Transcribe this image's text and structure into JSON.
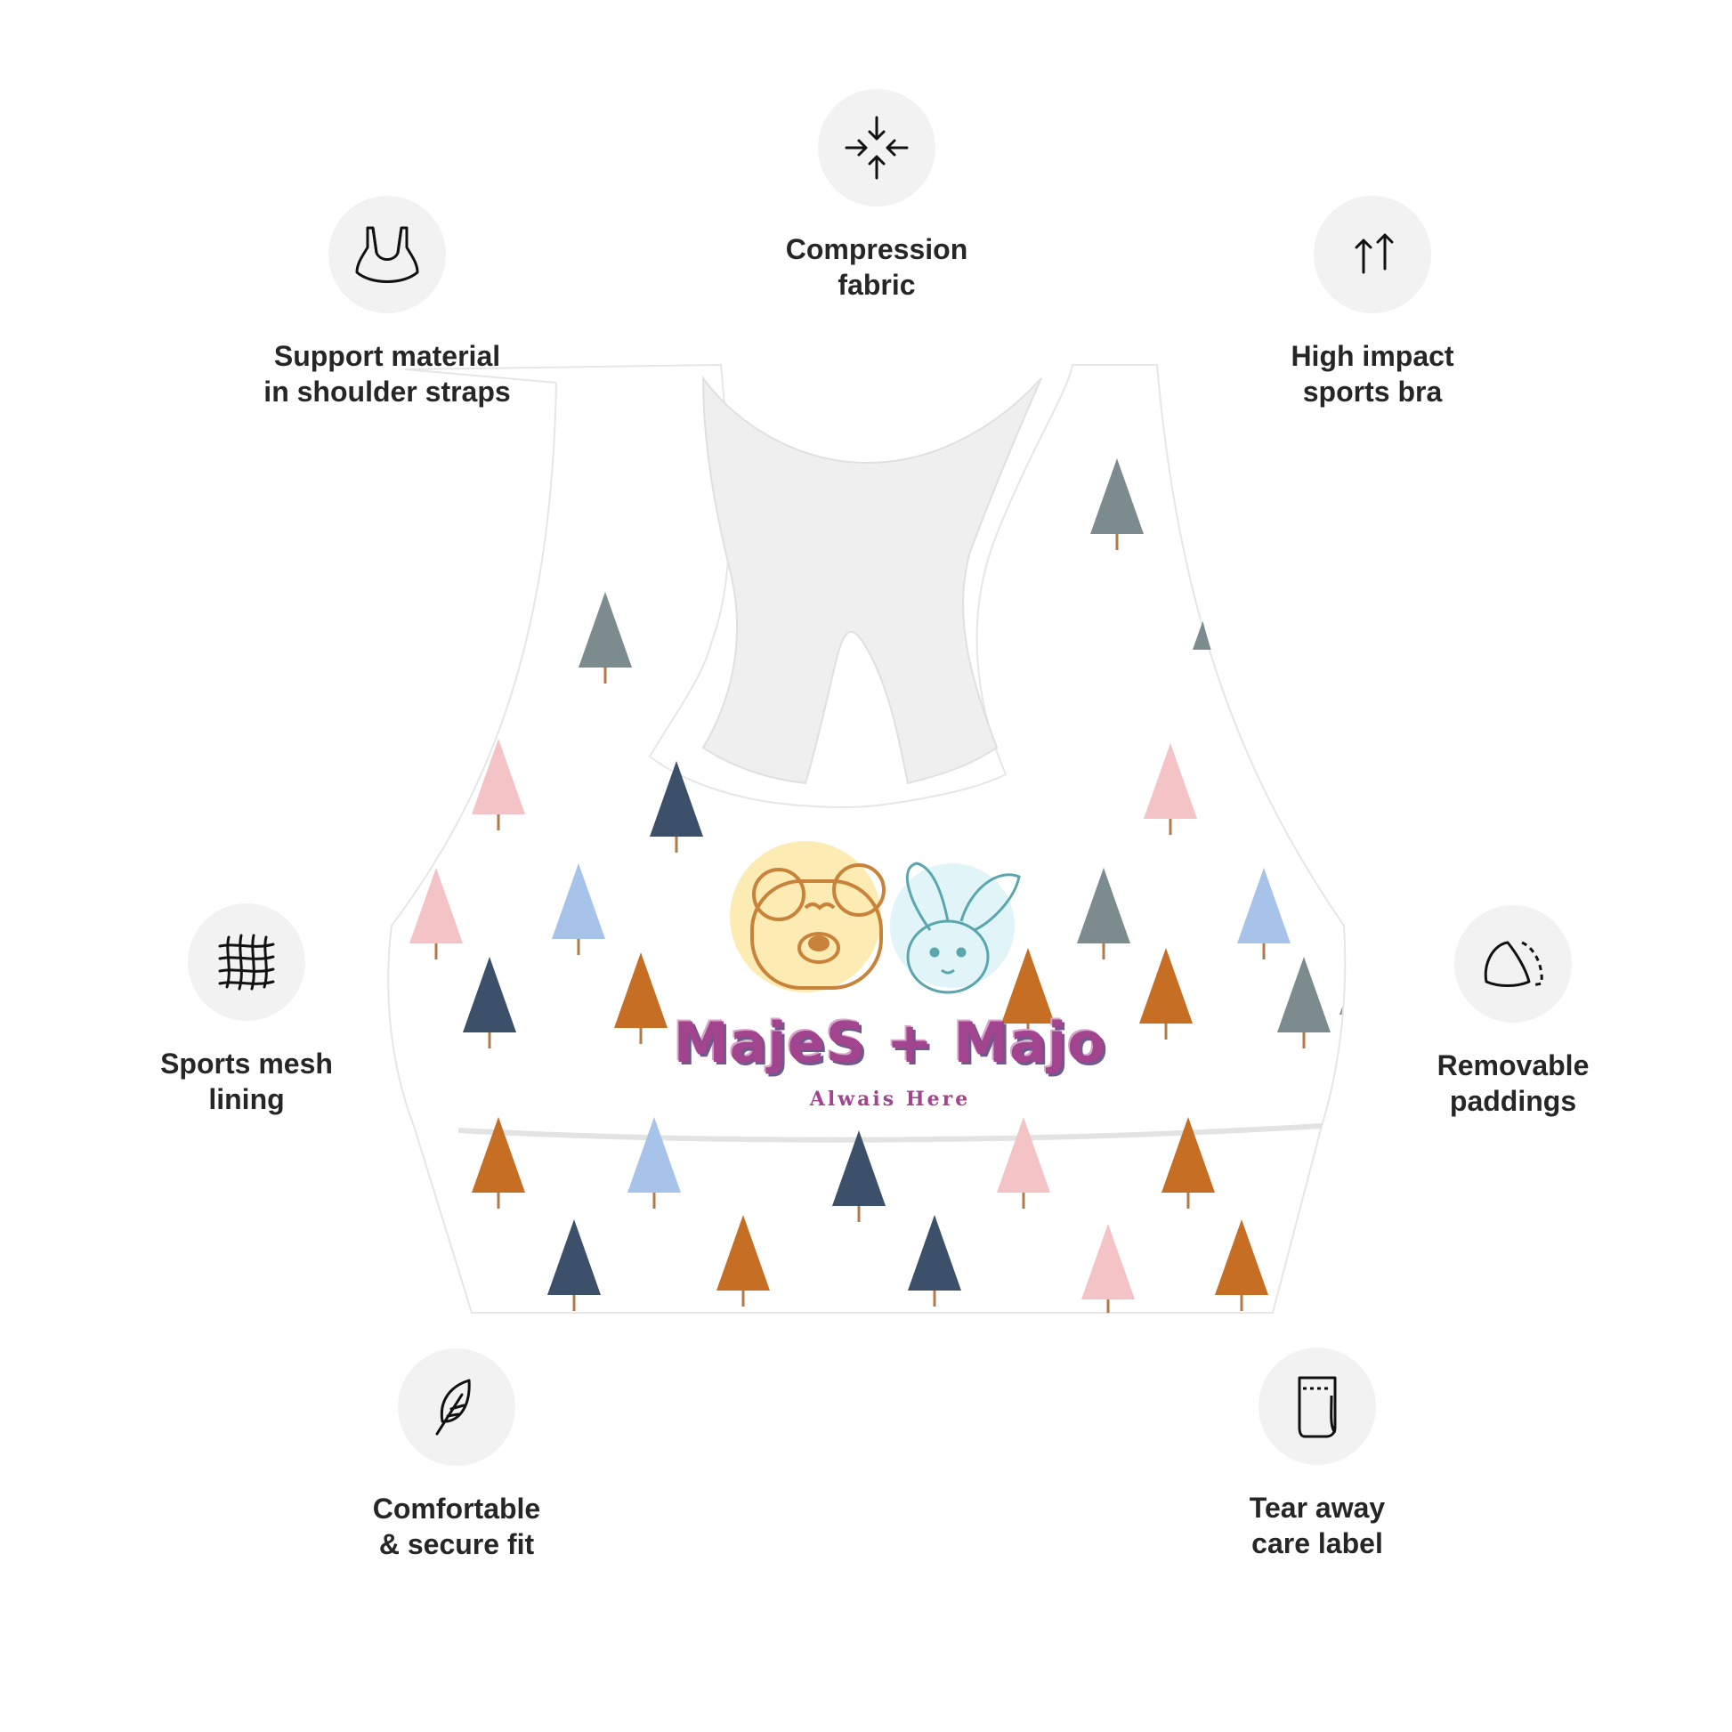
{
  "features": [
    {
      "id": "compression",
      "icon": "compression-arrows-icon",
      "lines": [
        "Compression",
        "fabric"
      ]
    },
    {
      "id": "support",
      "icon": "shoulder-straps-icon",
      "lines": [
        "Support material",
        "in shoulder straps"
      ]
    },
    {
      "id": "high-impact",
      "icon": "double-up-arrow-icon",
      "lines": [
        "High impact",
        "sports bra"
      ]
    },
    {
      "id": "mesh",
      "icon": "mesh-net-icon",
      "lines": [
        "Sports mesh",
        "lining"
      ]
    },
    {
      "id": "paddings",
      "icon": "padding-cup-icon",
      "lines": [
        "Removable",
        "paddings"
      ]
    },
    {
      "id": "fit",
      "icon": "feather-icon",
      "lines": [
        "Comfortable",
        "& secure fit"
      ]
    },
    {
      "id": "label",
      "icon": "care-label-icon",
      "lines": [
        "Tear away",
        "care label"
      ]
    }
  ],
  "product": {
    "brand": "MajeS + Majo",
    "tagline": "Alwais Here",
    "colors": {
      "fabric": "#ffffff",
      "mesh": "#efefef",
      "brand_text": "#a3448f",
      "bear_circle": "#fbe9a6",
      "bunny_circle": "#def3f6"
    }
  }
}
